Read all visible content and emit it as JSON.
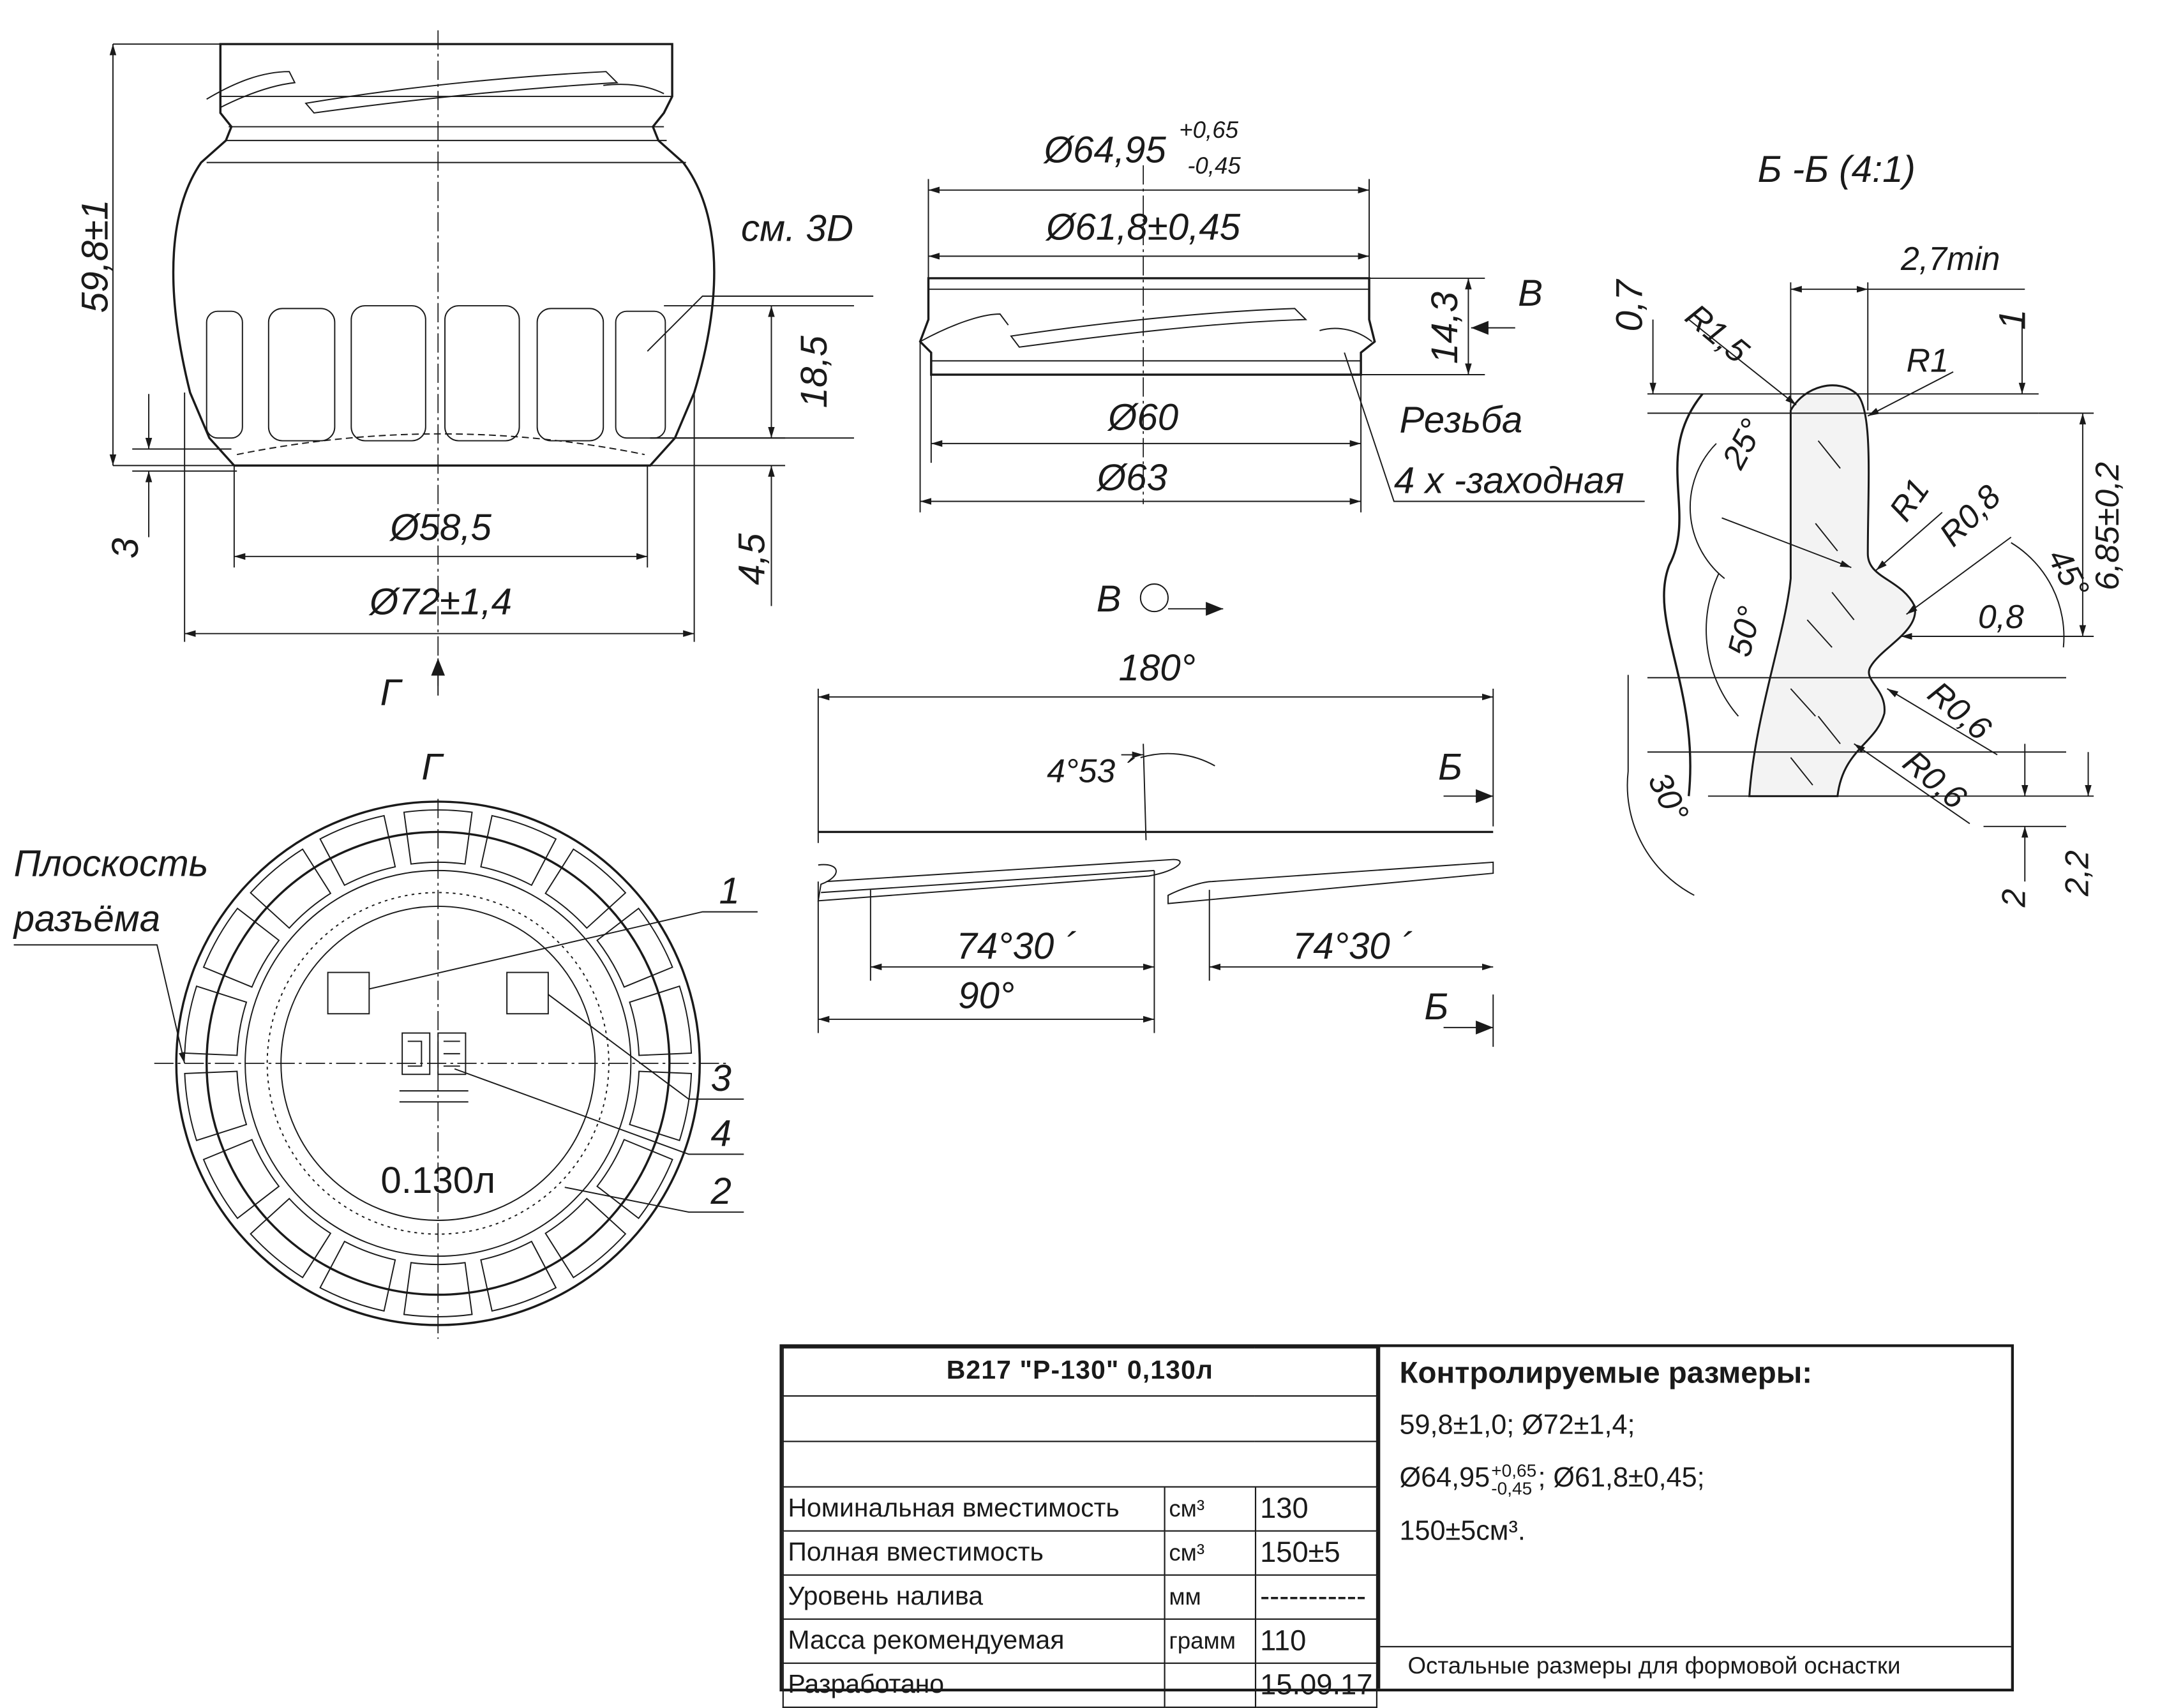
{
  "front_view": {
    "height": "59,8±1",
    "see_3d": "см. 3D",
    "panel_height": "18,5",
    "base_3": "3",
    "base_4_5": "4,5",
    "bottom_dia": "Ø58,5",
    "body_dia": "Ø72±1,4",
    "view_arrow_g": "Г"
  },
  "finish_view": {
    "thread_dia": "Ø64,95",
    "thread_tol_upper": "+0,65",
    "thread_tol_lower": "-0,45",
    "dia_61": "Ø61,8±0,45",
    "height_14": "14,3",
    "view_v": "В",
    "dia_60": "Ø60",
    "dia_63": "Ø63",
    "thread_note_1": "Резьба",
    "thread_note_2": "4 х -заходная"
  },
  "section_bb": {
    "title": "Б -Б (4:1)",
    "d_2_7": "2,7min",
    "d_0_7": "0,7",
    "d_1": "1",
    "r_1_5": "R1,5",
    "r_1a": "R1",
    "a_25": "25°",
    "r_1b": "R1",
    "r_0_8": "R0,8",
    "a_45": "45°",
    "d_6_85": "6,85±0,2",
    "d_0_8": "0,8",
    "a_50": "50°",
    "r_0_6a": "R0,6",
    "r_0_6b": "R0,6",
    "a_30": "30°",
    "d_2": "2",
    "d_2_2": "2,2"
  },
  "development_view": {
    "view_label": "В",
    "angle_180": "180°",
    "angle_4_53": "4°53 ´",
    "section_mark": "Б",
    "angle_74_a": "74°30 ´",
    "angle_74_b": "74°30 ´",
    "angle_90": "90°"
  },
  "bottom_view": {
    "title": "Г",
    "parting_1": "Плоскость",
    "parting_2": "разъёма",
    "callout_1": "1",
    "callout_2": "2",
    "callout_3": "3",
    "callout_4": "4",
    "volume_mark": "0.130л"
  },
  "title_block": {
    "header": "B217  \"P-130\"   0,130л",
    "rows": [
      {
        "name": "Номинальная вместимость",
        "unit": "см³",
        "value": "130"
      },
      {
        "name": "Полная вместимость",
        "unit": "см³",
        "value": "150±5"
      },
      {
        "name": "Уровень налива",
        "unit": "мм",
        "value": "-----------"
      },
      {
        "name": "Масса рекомендуемая",
        "unit": "грамм",
        "value": "110"
      },
      {
        "name": "Разработано",
        "unit": "",
        "value": "15.09.17"
      }
    ],
    "controlled_title": "Контролируемые размеры:",
    "controlled_1": "59,8±1,0; Ø72±1,4;",
    "controlled_2a": "Ø64,95",
    "controlled_2_up": "+0,65",
    "controlled_2_lo": "-0,45",
    "controlled_2b": "; Ø61,8±0,45;",
    "controlled_3": "150±5см³.",
    "other_sizes": "Остальные размеры  для формовой оснастки"
  }
}
